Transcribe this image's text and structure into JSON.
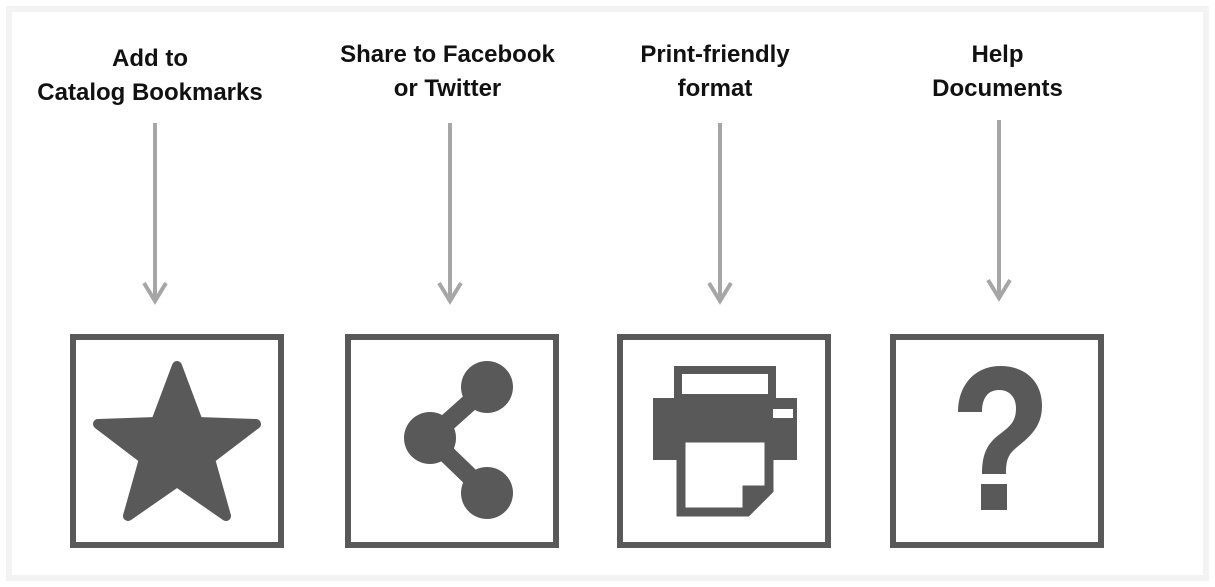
{
  "items": [
    {
      "line1": "Add to",
      "line2": "Catalog Bookmarks",
      "icon": "star-icon"
    },
    {
      "line1": "Share to Facebook",
      "line2": "or Twitter",
      "icon": "share-icon"
    },
    {
      "line1": "Print-friendly",
      "line2": "format",
      "icon": "printer-icon"
    },
    {
      "line1": "Help",
      "line2": "Documents",
      "icon": "help-icon"
    }
  ],
  "colors": {
    "icon": "#595959",
    "arrow": "#a6a6a6",
    "text": "#111111"
  }
}
